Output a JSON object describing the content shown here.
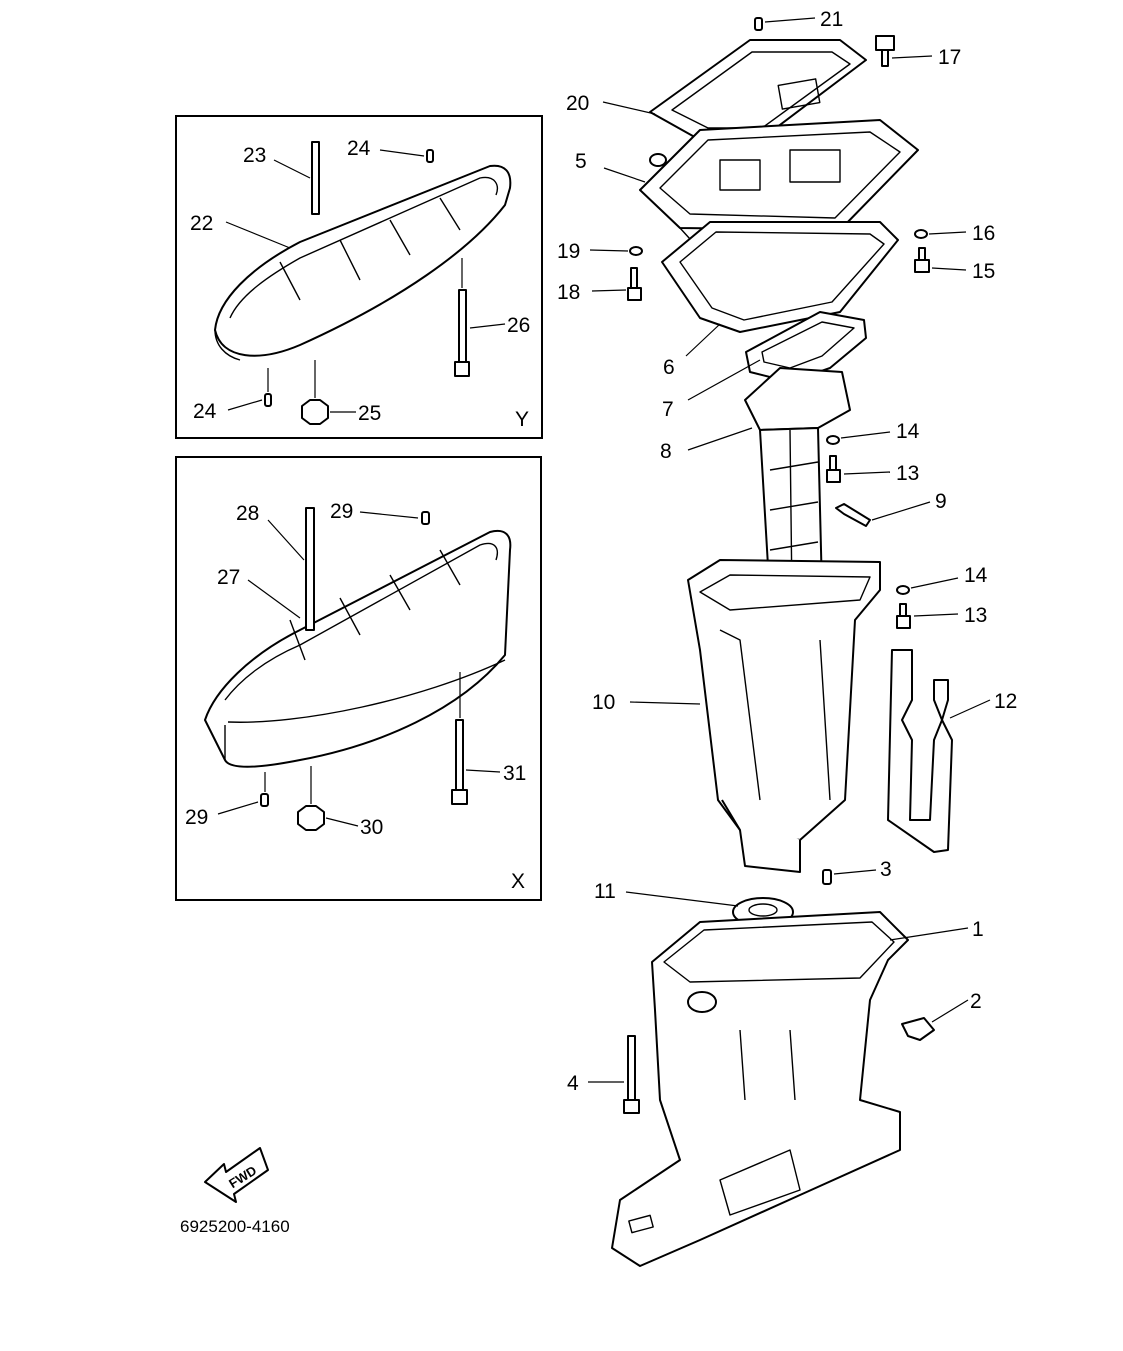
{
  "diagram": {
    "drawing_code": "6925200-4160",
    "fwd_label": "FWD",
    "inset_y_label": "Y",
    "inset_x_label": "X"
  },
  "callouts": {
    "c1": "1",
    "c2": "2",
    "c3": "3",
    "c4": "4",
    "c5": "5",
    "c6": "6",
    "c7": "7",
    "c8": "8",
    "c9": "9",
    "c10": "10",
    "c11": "11",
    "c12": "12",
    "c13a": "13",
    "c13b": "13",
    "c14a": "14",
    "c14b": "14",
    "c15": "15",
    "c16": "16",
    "c17": "17",
    "c18": "18",
    "c19": "19",
    "c20": "20",
    "c21": "21",
    "c22": "22",
    "c23": "23",
    "c24a": "24",
    "c24b": "24",
    "c25": "25",
    "c26": "26",
    "c27": "27",
    "c28": "28",
    "c29a": "29",
    "c29b": "29",
    "c30": "30",
    "c31": "31"
  }
}
